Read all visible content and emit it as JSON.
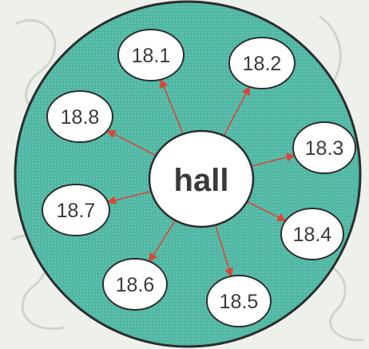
{
  "colors": {
    "background": "#eef0ec",
    "big_circle_fill": "#4fb7a3",
    "outline": "#2d2d2d",
    "arrow": "#d8473a",
    "bubble_fill": "#ffffff",
    "watermark": "#c9ccc6"
  },
  "center": {
    "label": "hall"
  },
  "nodes": [
    {
      "id": "n1",
      "label": "18.1"
    },
    {
      "id": "n2",
      "label": "18.2"
    },
    {
      "id": "n3",
      "label": "18.3"
    },
    {
      "id": "n4",
      "label": "18.4"
    },
    {
      "id": "n5",
      "label": "18.5"
    },
    {
      "id": "n6",
      "label": "18.6"
    },
    {
      "id": "n7",
      "label": "18.7"
    },
    {
      "id": "n8",
      "label": "18.8"
    }
  ]
}
